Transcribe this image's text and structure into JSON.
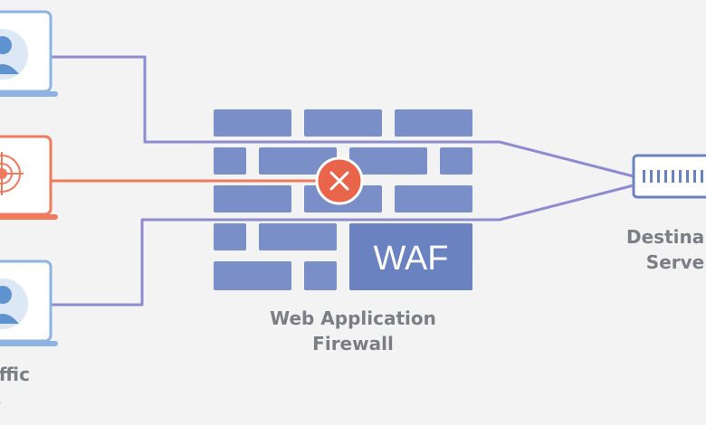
{
  "waf_block_text": "WAF",
  "waf_caption": {
    "line1": "Web Application",
    "line2": "Firewall"
  },
  "source_caption": {
    "line1": "Traffic",
    "line2": "ces"
  },
  "destination_caption": {
    "line1": "Destina",
    "line2": "Serve"
  },
  "colors": {
    "background": "#f3f3f4",
    "brick": "#7a8fc7",
    "brick_waf_panel": "#6b82c1",
    "allowed_line": "#8da7d9",
    "blocked_line": "#ef7a5c",
    "blocked_badge": "#e8644a",
    "device_frame_user": "#8db3e2",
    "device_frame_attacker": "#ef7a5c",
    "avatar": "#5f93cf",
    "caption_text": "#7b7e85"
  },
  "icons": {
    "sources": [
      "user-icon",
      "attacker-target-icon",
      "user-icon"
    ],
    "blocked": "close-icon",
    "destination": "server-icon"
  }
}
